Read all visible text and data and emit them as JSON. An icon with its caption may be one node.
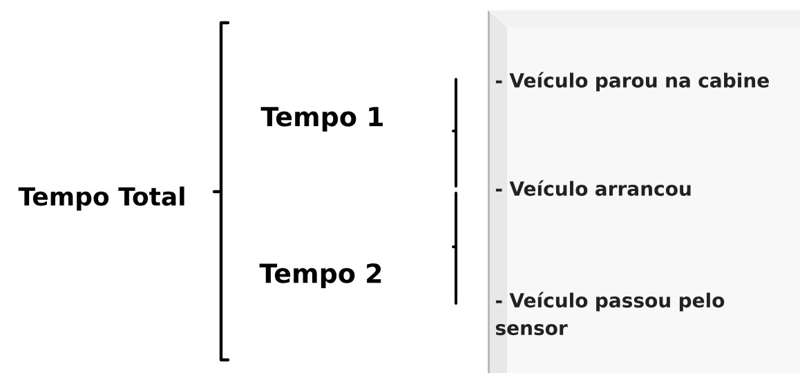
{
  "diagram": {
    "nodes": [
      {
        "text": [
          "- Veículo parou na cabine",
          "- Veículo arrancou",
          "- Veículo passou pelo sensor"
        ]
      }
    ],
    "labels": [
      "Tempo Total",
      "Tempo 1",
      "Tempo 2"
    ]
  }
}
